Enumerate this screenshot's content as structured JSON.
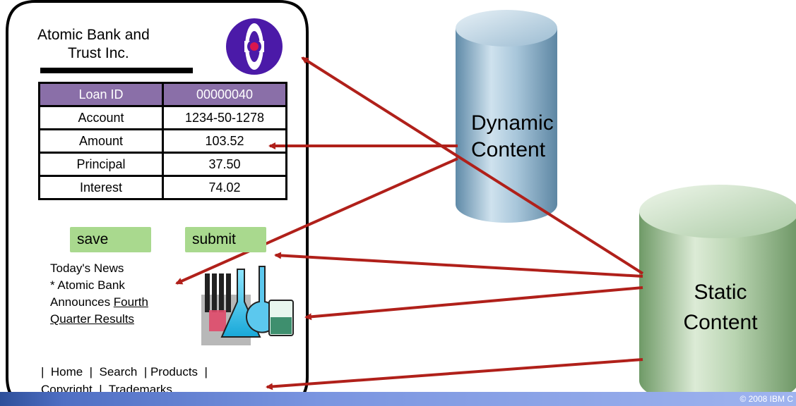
{
  "bank": {
    "name_line1": "Atomic Bank and",
    "name_line2": "Trust Inc.",
    "logo_icon": "atom-logo-icon"
  },
  "loan_table": {
    "header": {
      "label": "Loan ID",
      "value": "00000040"
    },
    "rows": [
      {
        "label": "Account",
        "value": "1234-50-1278"
      },
      {
        "label": "Amount",
        "value": "103.52"
      },
      {
        "label": "Principal",
        "value": "37.50"
      },
      {
        "label": "Interest",
        "value": "74.02"
      }
    ]
  },
  "buttons": {
    "save": "save",
    "submit": "submit"
  },
  "news": {
    "heading": "Today's News",
    "line1": "* Atomic Bank",
    "line2_plain": "Announces ",
    "line2_link": "Fourth",
    "line3_link": "Quarter Results",
    "image_icon": "lab-flasks-icon"
  },
  "nav": {
    "line1": "|  Home  |  Search  | Products  |",
    "line2": "Copyright  |  Trademarks"
  },
  "stores": {
    "dynamic_line1": "Dynamic",
    "dynamic_line2": "Content",
    "static_line1": "Static",
    "static_line2": "Content"
  },
  "footer": {
    "copyright": "© 2008 IBM C"
  },
  "colors": {
    "arrow": "#b0201a",
    "header_purple": "#8a6fa8",
    "button_green": "#a9d98e",
    "logo_purple": "#4b1aa8",
    "dynamic_cylinder": "#8fb3cc",
    "static_cylinder": "#a9c9a3"
  }
}
